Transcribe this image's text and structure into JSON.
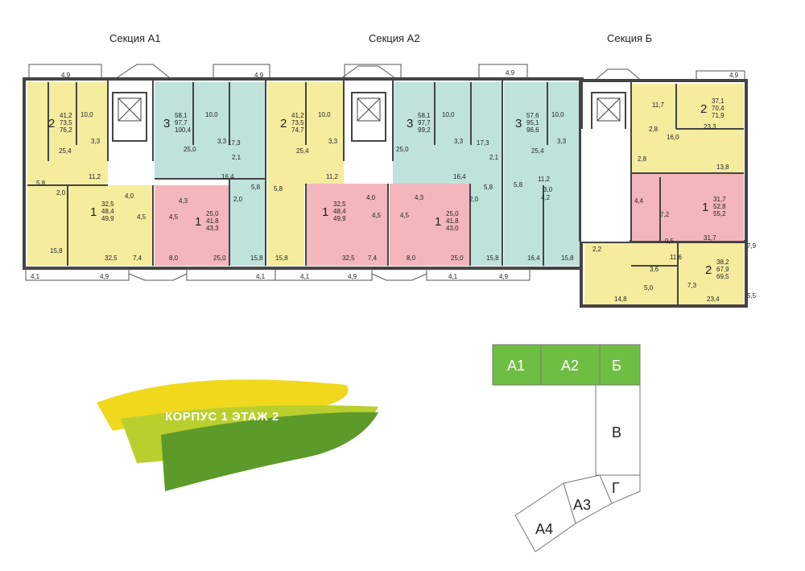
{
  "sections": [
    "Секция А1",
    "Секция А2",
    "Секция Б"
  ],
  "banner": "КОРПУС 1 ЭТАЖ 2",
  "colors": {
    "one_room": "#f4b6bd",
    "two_room": "#f6ec9e",
    "three_room": "#bfe3dc",
    "map_highlight": "#6fbe44",
    "map_base": "#ffffff",
    "banner_yellow": "#f0d81c",
    "banner_green": "#5c9a2a"
  },
  "apartments": [
    {
      "rooms": "2",
      "total": "41,2",
      "living": "73,5",
      "kitchen": "76,2"
    },
    {
      "rooms": "3",
      "total": "58,1",
      "living": "97,7",
      "kitchen": "100,4"
    },
    {
      "rooms": "2",
      "total": "41,2",
      "living": "73,5",
      "kitchen": "74,7"
    },
    {
      "rooms": "3",
      "total": "58,1",
      "living": "97,7",
      "kitchen": "99,2"
    },
    {
      "rooms": "3",
      "total": "57,6",
      "living": "95,1",
      "kitchen": "96,6"
    },
    {
      "rooms": "2",
      "total": "37,1",
      "living": "70,4",
      "kitchen": "71,9"
    },
    {
      "rooms": "1",
      "total": "32,5",
      "living": "48,4",
      "kitchen": "49,9"
    },
    {
      "rooms": "1",
      "total": "25,0",
      "living": "41,8",
      "kitchen": "43,3"
    },
    {
      "rooms": "1",
      "total": "32,5",
      "living": "48,4",
      "kitchen": "49,9"
    },
    {
      "rooms": "1",
      "total": "25,0",
      "living": "41,8",
      "kitchen": "43,0"
    },
    {
      "rooms": "1",
      "total": "31,7",
      "living": "52,8",
      "kitchen": "55,2"
    },
    {
      "rooms": "2",
      "total": "38,2",
      "living": "67,9",
      "kitchen": "69,5"
    }
  ],
  "room_labels": [
    "4,9",
    "10,0",
    "3,3",
    "25,4",
    "11,2",
    "5,8",
    "2,0",
    "15,8",
    "32,5",
    "7,4",
    "4,0",
    "4,5",
    "4,5",
    "4,3",
    "8,0",
    "25,0",
    "10,0",
    "3,3",
    "25,0",
    "17,3",
    "2,1",
    "16,4",
    "2,0",
    "5,8",
    "15,8",
    "4,9",
    "10,0",
    "3,3",
    "25,4",
    "11,2",
    "5,8",
    "15,8",
    "32,5",
    "7,4",
    "4,0",
    "4,5",
    "4,5",
    "4,3",
    "8,0",
    "25,0",
    "10,0",
    "3,3",
    "25,0",
    "17,3",
    "2,1",
    "16,4",
    "2,0",
    "5,8",
    "15,8",
    "4,9",
    "10,0",
    "3,3",
    "25,4",
    "11,2",
    "3,0",
    "5,8",
    "4,2",
    "16,4",
    "15,8",
    "4,9",
    "11,7",
    "2,8",
    "16,0",
    "2,8",
    "23,3",
    "13,8",
    "4,4",
    "7,2",
    "9,5",
    "31,7",
    "7,9",
    "2,2",
    "11,6",
    "3,6",
    "7,3",
    "5,0",
    "14,8",
    "23,4",
    "5,5",
    "4,1",
    "4,9",
    "4,1",
    "4,1",
    "4,9",
    "4,1",
    "4,9"
  ],
  "key_map": [
    "А1",
    "А2",
    "Б",
    "В",
    "Г",
    "А3",
    "А4"
  ]
}
